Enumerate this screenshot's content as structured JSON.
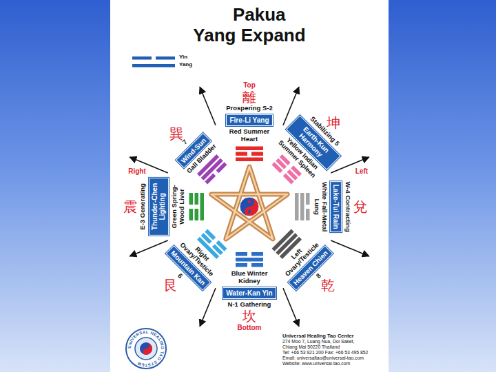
{
  "diagram": {
    "title": "Pakua Yang Expand",
    "nodes": [
      {
        "text": [
          "Fire-Li Yang"
        ]
      },
      {
        "text": [
          "Earth-Kun Harmony"
        ]
      },
      {
        "text": [
          "Lake-Tui Rain"
        ]
      },
      {
        "text": [
          "Heaven Chien"
        ]
      },
      {
        "text": [
          "Water-Kan Yin"
        ]
      },
      {
        "text": [
          "Mountain Kan"
        ]
      },
      {
        "text": [
          "Thunder-Chen Lighting"
        ]
      },
      {
        "text": [
          "Wind-Sun"
        ]
      }
    ],
    "labels": [
      "Top",
      "離",
      "Prospering S-2",
      "Red Summer Heart",
      "坤",
      "Stabilizing 5",
      "Yellow Indian Summer Spleen",
      "Left",
      "兌",
      "W-4 Contracting",
      "White Fall-Metal Lung",
      "Left Ovary/Testicle",
      "8",
      "乾",
      "Blue Winter Kidney",
      "N-1 Gathering",
      "坎",
      "Bottom",
      "Right Ovary/Testicle",
      "6",
      "艮",
      "Right",
      "震",
      "E-3 Generating",
      "Green Spring-Wood Liver",
      "巽",
      "7",
      "Gall Bladder",
      "Universal Healing Tao Center",
      "274 Moo 7, Luang Nua, Doi Saket,",
      "Chiang Mai 50220 Thailand",
      "Tel: +66 53 921 200 Fax: +66 53 495 852",
      "Email: universaltao@universal-tao.com",
      "Website: www.universal-tao.com",
      "UNIVERSAL HEALING TAO SYSTEM"
    ],
    "legend": [
      {
        "text": "Yin"
      },
      {
        "text": "Yang"
      }
    ]
  }
}
